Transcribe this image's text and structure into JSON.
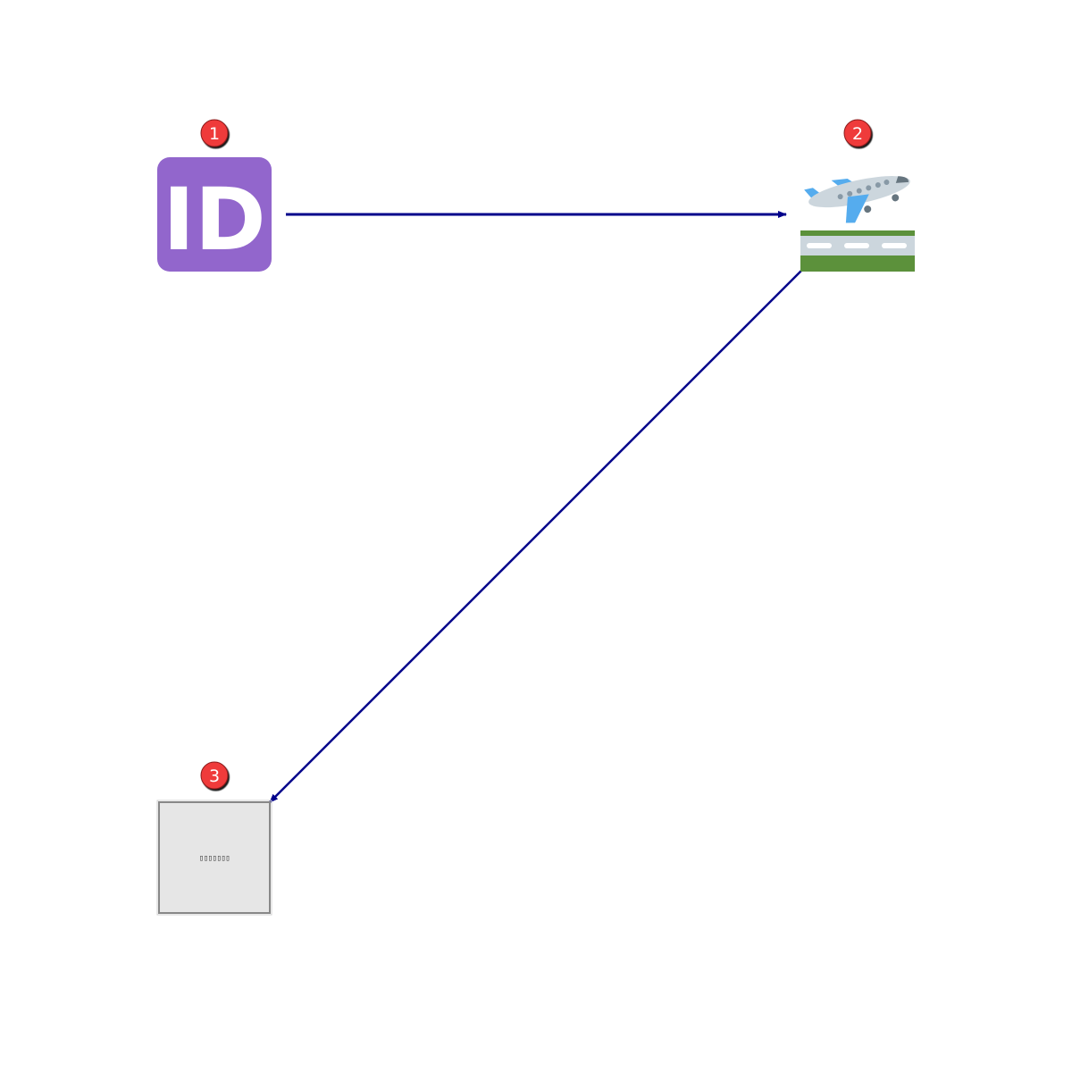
{
  "colors": {
    "arrow": "#00008b",
    "badge": "#ef3b3b",
    "badge_text": "#ffffff",
    "id_tile": "#9266cc",
    "runway_grass": "#5c913b",
    "runway_tarmac": "#ccd6dd",
    "runway_marking": "#ffffff",
    "plane_body": "#ccd6dd",
    "plane_wing": "#55acee",
    "placeholder_fill": "#e6e6e6",
    "placeholder_border": "#888888"
  },
  "nodes": [
    {
      "id": "1",
      "badge": "1",
      "icon": "id-button-icon",
      "glyph": "ID"
    },
    {
      "id": "2",
      "badge": "2",
      "icon": "airplane-departure-icon"
    },
    {
      "id": "3",
      "badge": "3",
      "icon": "missing-image-placeholder",
      "text": "▯▯▯▯▯▯▯"
    }
  ],
  "edges": [
    {
      "from": "1",
      "to": "2"
    },
    {
      "from": "2",
      "to": "3"
    }
  ]
}
